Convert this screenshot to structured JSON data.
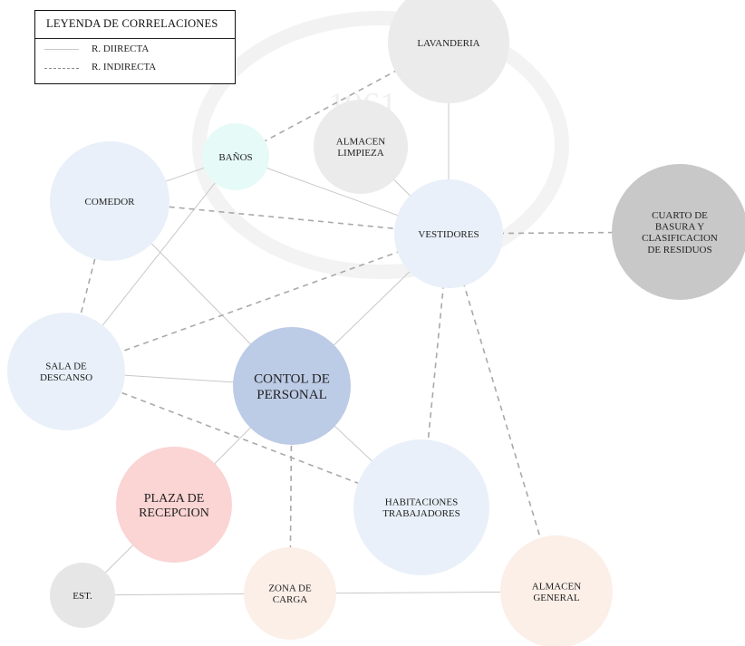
{
  "legend": {
    "title": "LEYENDA DE CORRELACIONES",
    "direct_label": "R. DIIRECTA",
    "indirect_label": "R. INDIRECTA"
  },
  "watermark": {
    "year": "1961"
  },
  "nodes": [
    {
      "id": "lavanderia",
      "lines": [
        "LAVANDERIA"
      ],
      "color": "#ebebeb"
    },
    {
      "id": "almacen-limpieza",
      "lines": [
        "ALMACEN",
        "LIMPIEZA"
      ],
      "color": "#ebebeb"
    },
    {
      "id": "banos",
      "lines": [
        "BAÑOS"
      ],
      "color": "#e6fbf7"
    },
    {
      "id": "comedor",
      "lines": [
        "COMEDOR"
      ],
      "color": "#e9f0f9"
    },
    {
      "id": "vestidores",
      "lines": [
        "VESTIDORES"
      ],
      "color": "#e9f0f9"
    },
    {
      "id": "cuarto-basura",
      "lines": [
        "CUARTO DE",
        "BASURA Y",
        "CLASIFICACION",
        "DE RESIDUOS"
      ],
      "color": "#c8c8c8"
    },
    {
      "id": "sala-descanso",
      "lines": [
        "SALA DE",
        "DESCANSO"
      ],
      "color": "#e9f0f9"
    },
    {
      "id": "control-personal",
      "lines": [
        "CONTOL DE",
        "PERSONAL"
      ],
      "color": "#bccbe6"
    },
    {
      "id": "plaza-recepcion",
      "lines": [
        "PLAZA DE",
        "RECEPCION"
      ],
      "color": "#fbd4d4"
    },
    {
      "id": "habitaciones",
      "lines": [
        "HABITACIONES",
        "TRABAJADORES"
      ],
      "color": "#e9f0f9"
    },
    {
      "id": "est",
      "lines": [
        "EST."
      ],
      "color": "#e6e6e6"
    },
    {
      "id": "zona-carga",
      "lines": [
        "ZONA DE",
        "CARGA"
      ],
      "color": "#fbefe8"
    },
    {
      "id": "almacen-general",
      "lines": [
        "ALMACEN",
        "GENERAL"
      ],
      "color": "#fbefe8"
    }
  ],
  "edges": [
    {
      "from": "banos",
      "to": "comedor",
      "type": "direct"
    },
    {
      "from": "banos",
      "to": "vestidores",
      "type": "direct"
    },
    {
      "from": "banos",
      "to": "sala-descanso",
      "type": "direct"
    },
    {
      "from": "banos",
      "to": "lavanderia",
      "type": "indirect"
    },
    {
      "from": "lavanderia",
      "to": "vestidores",
      "type": "direct"
    },
    {
      "from": "almacen-limpieza",
      "to": "vestidores",
      "type": "direct"
    },
    {
      "from": "comedor",
      "to": "vestidores",
      "type": "indirect"
    },
    {
      "from": "comedor",
      "to": "control-personal",
      "type": "direct"
    },
    {
      "from": "comedor",
      "to": "sala-descanso",
      "type": "indirect"
    },
    {
      "from": "vestidores",
      "to": "cuarto-basura",
      "type": "indirect"
    },
    {
      "from": "vestidores",
      "to": "sala-descanso",
      "type": "indirect"
    },
    {
      "from": "vestidores",
      "to": "control-personal",
      "type": "direct"
    },
    {
      "from": "vestidores",
      "to": "habitaciones",
      "type": "indirect"
    },
    {
      "from": "vestidores",
      "to": "almacen-general",
      "type": "indirect"
    },
    {
      "from": "sala-descanso",
      "to": "control-personal",
      "type": "direct"
    },
    {
      "from": "sala-descanso",
      "to": "habitaciones",
      "type": "indirect"
    },
    {
      "from": "control-personal",
      "to": "habitaciones",
      "type": "direct"
    },
    {
      "from": "control-personal",
      "to": "plaza-recepcion",
      "type": "direct"
    },
    {
      "from": "control-personal",
      "to": "zona-carga",
      "type": "indirect"
    },
    {
      "from": "plaza-recepcion",
      "to": "est",
      "type": "direct"
    },
    {
      "from": "est",
      "to": "zona-carga",
      "type": "direct"
    },
    {
      "from": "zona-carga",
      "to": "almacen-general",
      "type": "direct"
    }
  ],
  "colors": {
    "direct": "#c8c8c8",
    "indirect": "#a9a9a9",
    "text": "#222222"
  }
}
